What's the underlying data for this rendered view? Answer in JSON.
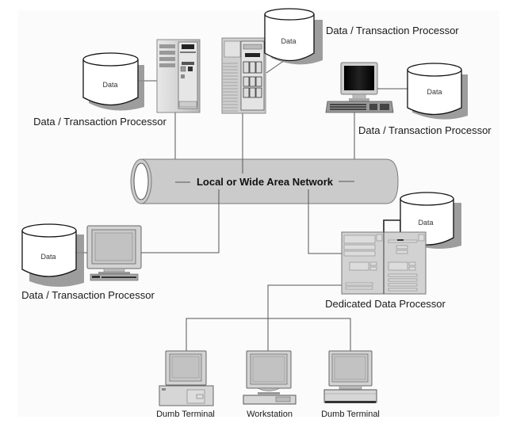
{
  "diagram": {
    "type": "network-architecture",
    "network": {
      "label": "Local or Wide Area Network"
    },
    "nodes": [
      {
        "id": "tower-server-topleft",
        "device": "tower-server",
        "label": "Data / Transaction Processor",
        "datastore": "Data"
      },
      {
        "id": "rack-server-top",
        "device": "rack-server",
        "label": "Data / Transaction Processor",
        "datastore": "Data"
      },
      {
        "id": "workstation-topright",
        "device": "desktop-computer",
        "label": "Data / Transaction Processor",
        "datastore": "Data"
      },
      {
        "id": "computer-left",
        "device": "desktop-computer",
        "label": "Data / Transaction Processor",
        "datastore": "Data"
      },
      {
        "id": "dedicated-server",
        "device": "cabinet-server",
        "label": "Dedicated Data Processor",
        "datastore": "Data"
      },
      {
        "id": "terminal-1",
        "device": "dumb-terminal",
        "label": "Dumb Terminal"
      },
      {
        "id": "workstation-2",
        "device": "workstation",
        "label": "Workstation"
      },
      {
        "id": "terminal-3",
        "device": "dumb-terminal",
        "label": "Dumb Terminal"
      }
    ],
    "colors": {
      "background": "#fbfbfb",
      "pipe": "#cbcbcb",
      "pipe_outline": "#7a7a7a",
      "shadow": "#8c8c8c",
      "device_body": "#d6d6d6",
      "line": "#555555"
    }
  }
}
